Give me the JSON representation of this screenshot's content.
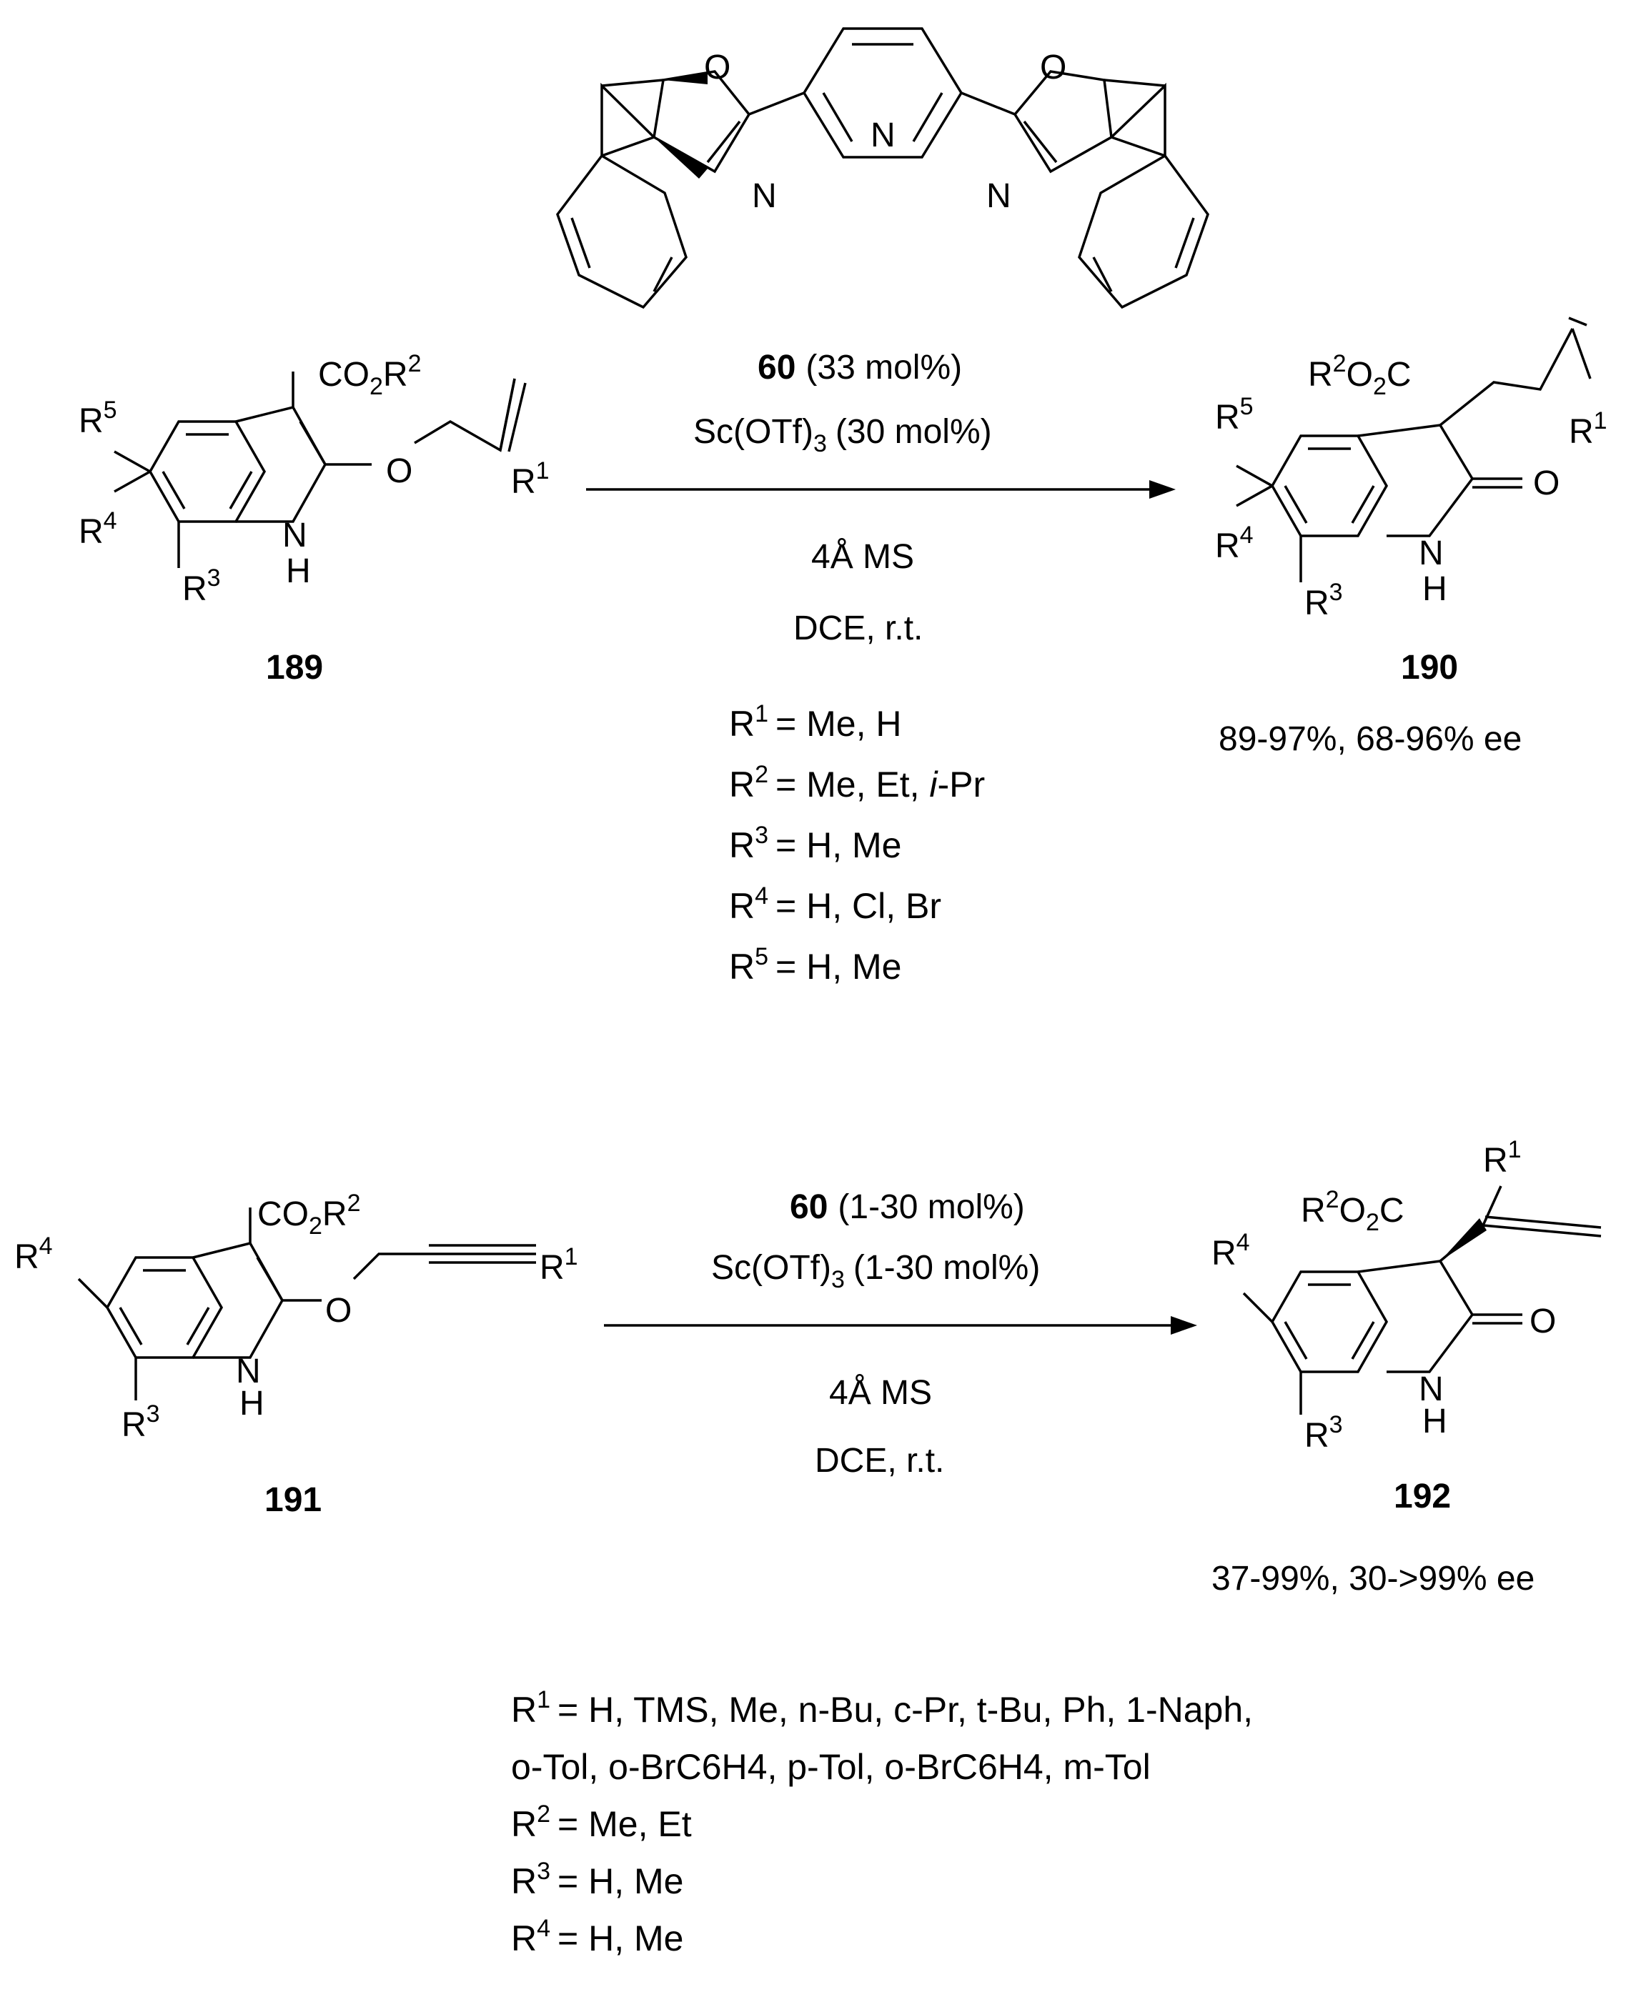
{
  "ligand": {
    "label": "60",
    "O": "O",
    "N": "N"
  },
  "reaction1": {
    "catalyst_label": "60",
    "catalyst_load": "(33 mol%)",
    "lewis_acid": "Sc(OTf)",
    "lewis_acid_sub": "3",
    "lewis_acid_load": "(30 mol%)",
    "sieves": "4Å MS",
    "conditions": "DCE, r.t.",
    "substrate_label": "189",
    "product_label": "190",
    "yield": "89-97%, 68-96% ee",
    "rgroups": [
      {
        "r": "R",
        "sup": "1",
        "values": "= Me, H"
      },
      {
        "r": "R",
        "sup": "2",
        "values": "= Me, Et, ",
        "italic": "i",
        "tail": "-Pr"
      },
      {
        "r": "R",
        "sup": "3",
        "values": "= H, Me"
      },
      {
        "r": "R",
        "sup": "4",
        "values": "= H, Cl, Br"
      },
      {
        "r": "R",
        "sup": "5",
        "values": "= H, Me"
      }
    ]
  },
  "reaction2": {
    "catalyst_label": "60",
    "catalyst_load": "(1-30 mol%)",
    "lewis_acid": "Sc(OTf)",
    "lewis_acid_sub": "3",
    "lewis_acid_load": "(1-30 mol%)",
    "sieves": "4Å MS",
    "conditions": "DCE, r.t.",
    "substrate_label": "191",
    "product_label": "192",
    "yield": "37-99%, 30->99% ee",
    "rgroups": {
      "r1_values": "= H, TMS, Me, n-Bu, c-Pr, t-Bu, Ph, 1-Naph,",
      "r1_line2": "o-Tol, o-BrC6H4, p-Tol, o-BrC6H4, m-Tol",
      "r2_values": "= Me, Et",
      "r3_values": "= H, Me",
      "r4_values": "= H, Me"
    }
  },
  "atoms": {
    "co2r2": "CO",
    "o": "O",
    "nh_n": "N",
    "nh_h": "H",
    "r": "R",
    "s1": "1",
    "s2": "2",
    "s3": "3",
    "s4": "4",
    "s5": "5"
  }
}
